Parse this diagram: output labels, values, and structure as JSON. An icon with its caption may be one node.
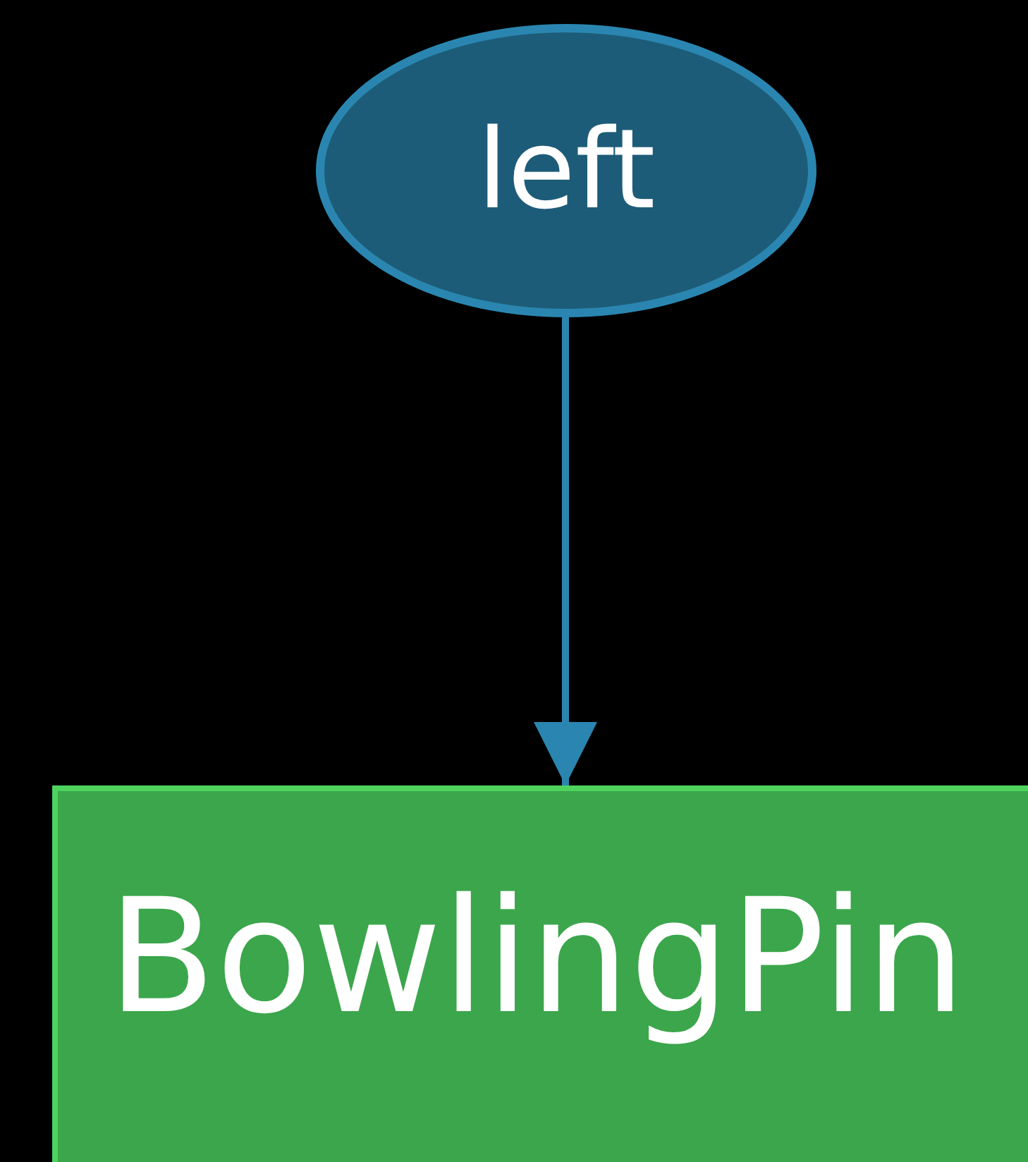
{
  "diagram": {
    "nodes": [
      {
        "text": [
          "left"
        ]
      },
      {
        "text": [
          "BowlingPin"
        ]
      }
    ],
    "edges": [
      {
        "from": 0,
        "to": 1,
        "arrow": "to"
      }
    ]
  }
}
